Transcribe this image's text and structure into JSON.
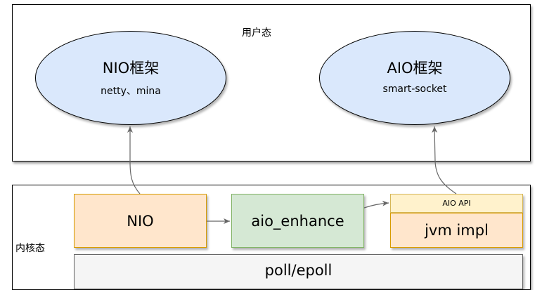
{
  "user_layer": {
    "label": "用户态",
    "nio_framework": {
      "title": "NIO框架",
      "subtitle": "netty、mina"
    },
    "aio_framework": {
      "title": "AIO框架",
      "subtitle": "smart-socket"
    }
  },
  "kernel_layer": {
    "label": "内核态",
    "nio": "NIO",
    "aio_enhance": "aio_enhance",
    "aio_api": "AIO API",
    "jvm_impl": "jvm impl",
    "poll_epoll": "poll/epoll"
  },
  "colors": {
    "ellipse_fill": "#dae8fc",
    "orange_fill": "#ffe6cc",
    "orange_stroke": "#d79b00",
    "green_fill": "#d5e8d4",
    "green_stroke": "#82b366",
    "yellow_fill": "#fff2cc",
    "yellow_stroke": "#d6b656",
    "gray_fill": "#f5f5f5",
    "arrow": "#666666"
  }
}
